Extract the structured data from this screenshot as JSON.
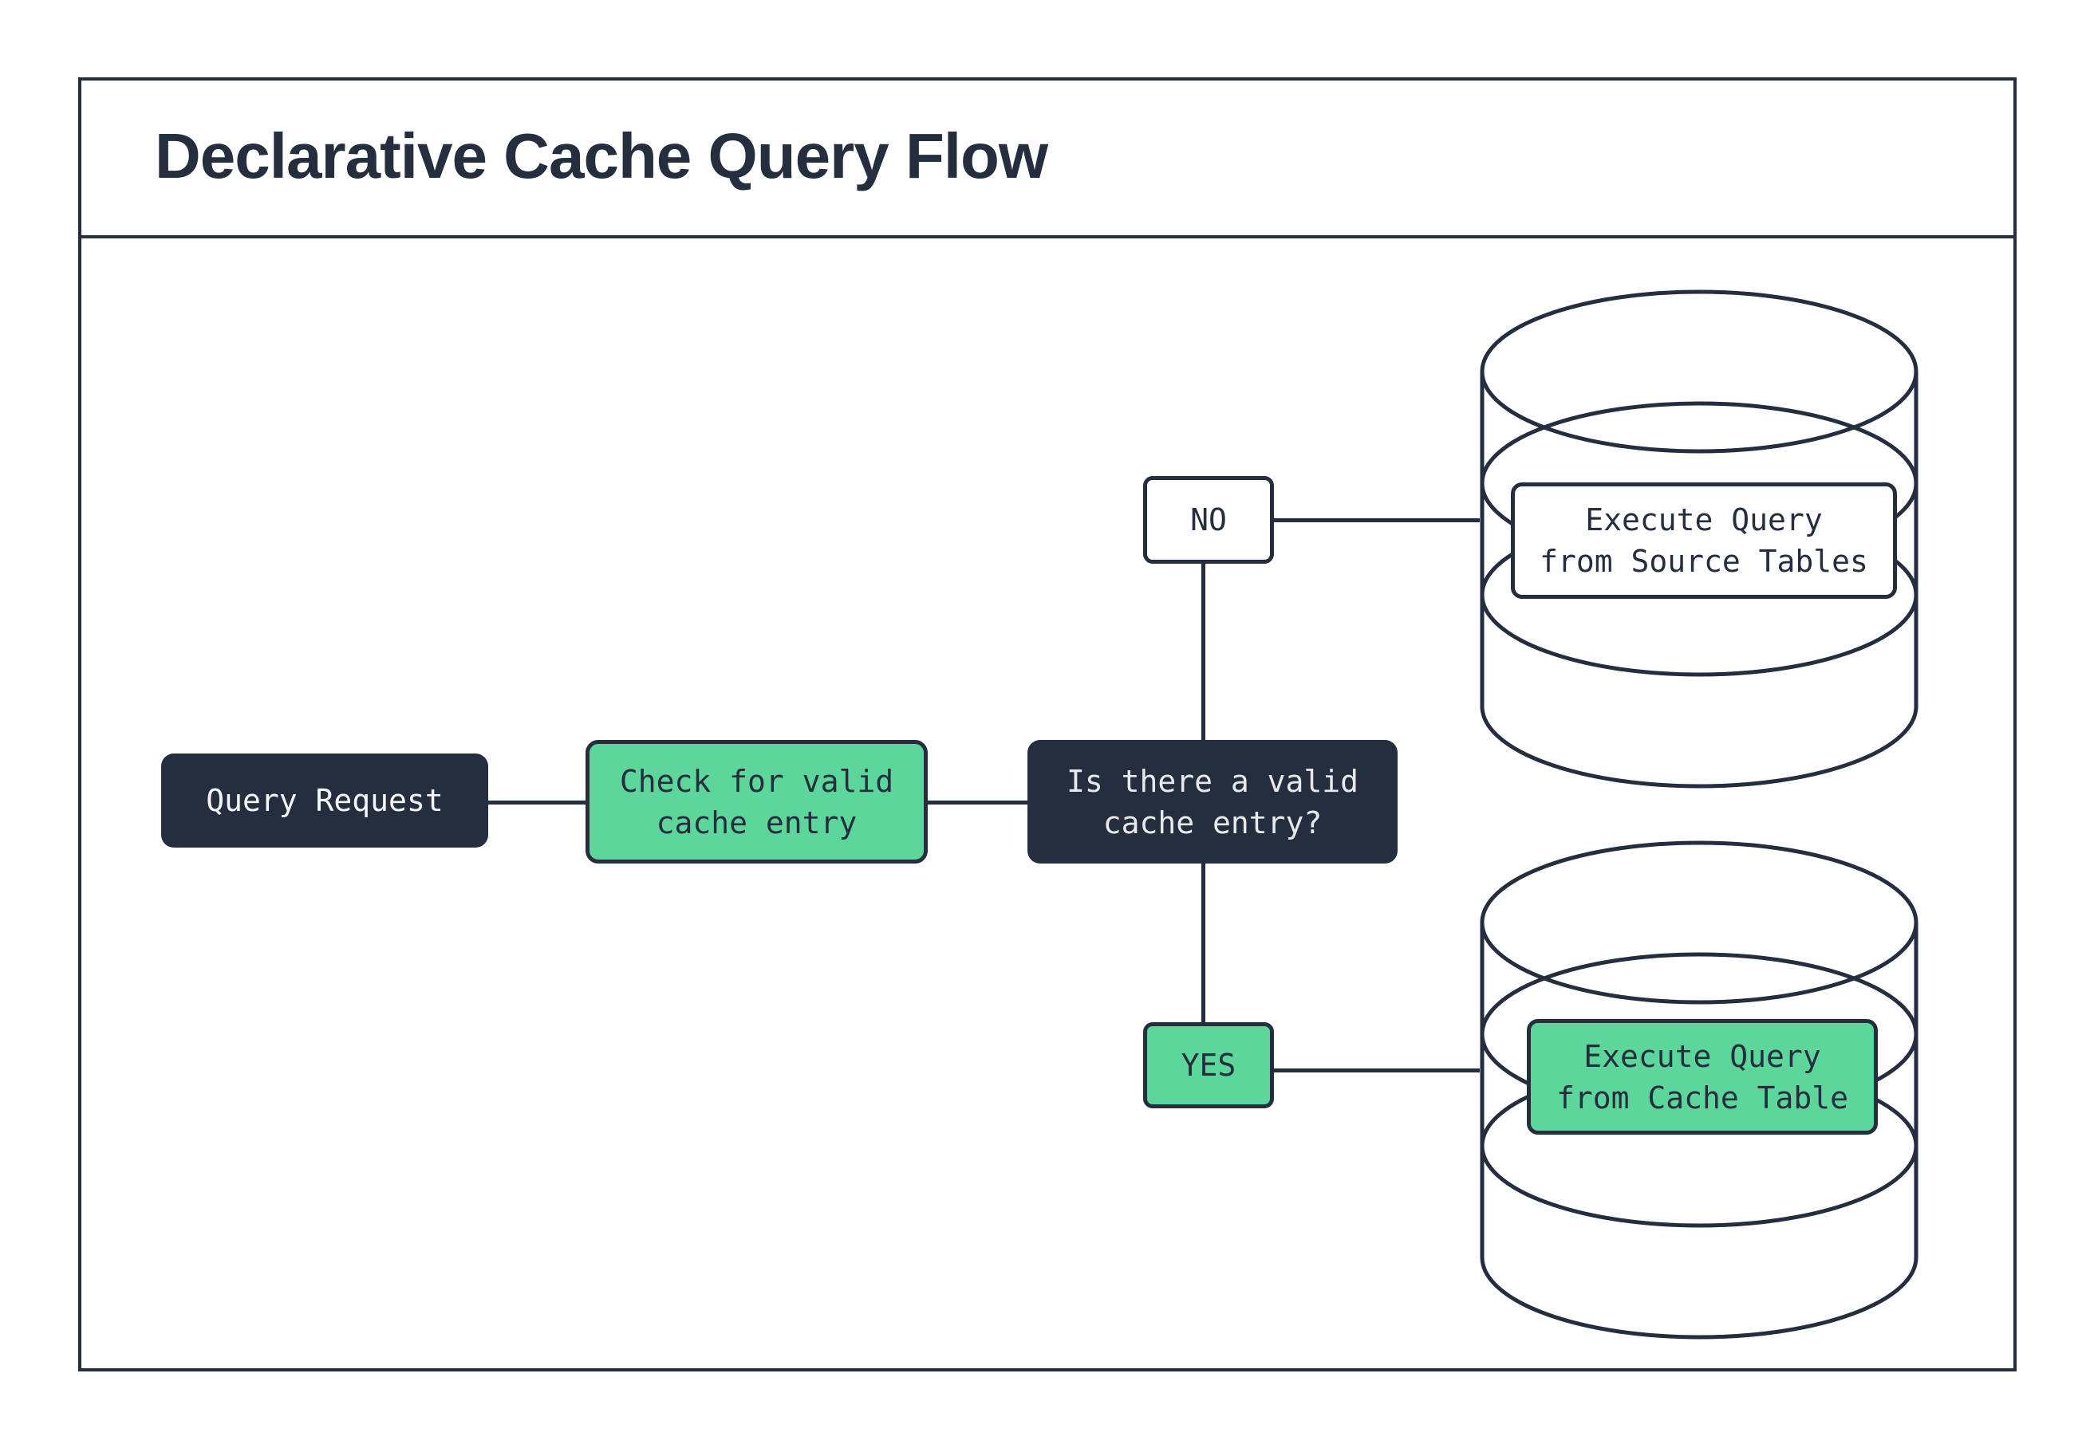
{
  "title": "Declarative Cache Query Flow",
  "colors": {
    "dark_navy": "#252e3f",
    "green": "#5dd69b",
    "box_text_light": "#f6f7f8",
    "decision_text": "#e8e9eb",
    "background": "#ffffff"
  },
  "nodes": {
    "query_request": {
      "label": "Query Request"
    },
    "check_cache": {
      "lines": [
        "Check for valid",
        "cache entry"
      ]
    },
    "decision": {
      "lines": [
        "Is there a valid",
        "cache entry?"
      ]
    },
    "no_branch": {
      "label": "NO"
    },
    "yes_branch": {
      "label": "YES"
    },
    "source_db": {
      "lines": [
        "Execute Query",
        "from Source Tables"
      ]
    },
    "cache_db": {
      "lines": [
        "Execute Query",
        "from Cache Table"
      ]
    }
  }
}
